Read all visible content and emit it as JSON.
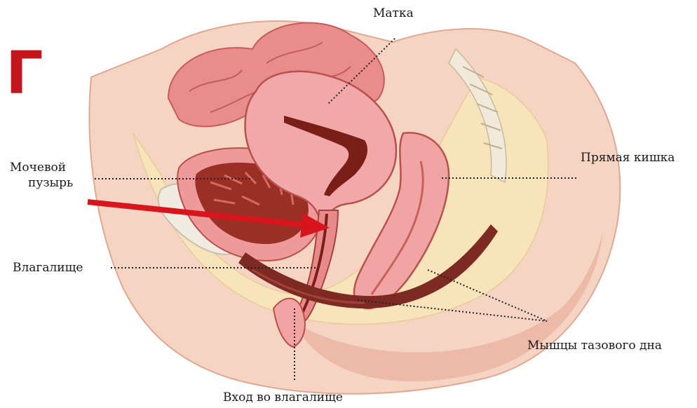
{
  "panel_letter": "Г",
  "labels": {
    "uterus": "Матка",
    "bladder_line1": "Мочевой",
    "bladder_line2": "пузырь",
    "rectum": "Прямая кишка",
    "vagina": "Влагалище",
    "pelvic_floor": "Мышцы тазового дна",
    "vaginal_entrance": "Вход во влагалище"
  },
  "colors": {
    "arrow": "#d8141c",
    "panel_letter": "#c4161c",
    "skin": "#f3c9b4",
    "fat": "#f6e3b8",
    "organ_pink": "#ee9a9a",
    "organ_dark": "#8e2a22",
    "bladder_white": "#f1ece2"
  }
}
